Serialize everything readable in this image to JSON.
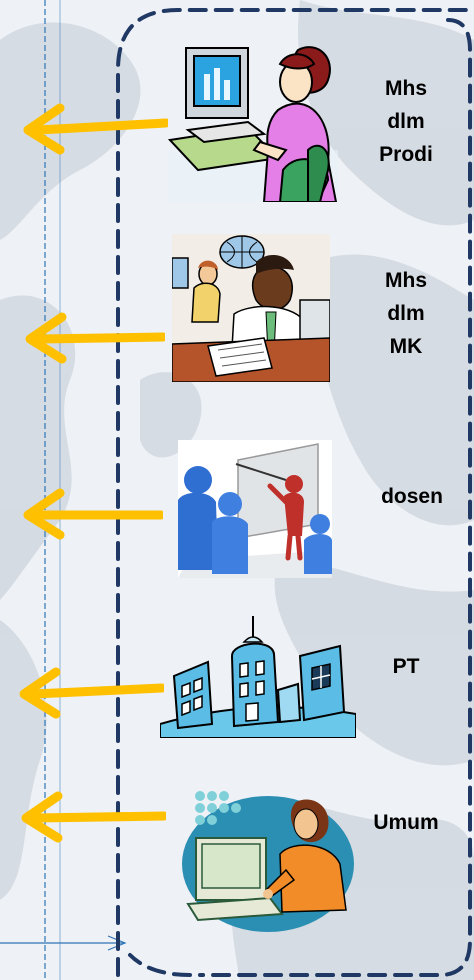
{
  "rows": [
    {
      "id": "mhs-prodi",
      "lines": [
        "Mhs",
        "dlm",
        "Prodi"
      ],
      "icon": "woman-at-computer-icon"
    },
    {
      "id": "mhs-mk",
      "lines": [
        "Mhs",
        "dlm",
        "MK"
      ],
      "icon": "man-at-desk-icon"
    },
    {
      "id": "dosen",
      "lines": [
        "dosen"
      ],
      "icon": "presenter-at-whiteboard-icon"
    },
    {
      "id": "pt",
      "lines": [
        "PT"
      ],
      "icon": "city-buildings-icon"
    },
    {
      "id": "umum",
      "lines": [
        "Umum"
      ],
      "icon": "woman-typing-icon"
    }
  ],
  "colors": {
    "arrow": "#ffc000",
    "border": "#1f3864",
    "guide": "#2e75b6",
    "background": "#e9edf2",
    "map": "#c9d1da"
  }
}
